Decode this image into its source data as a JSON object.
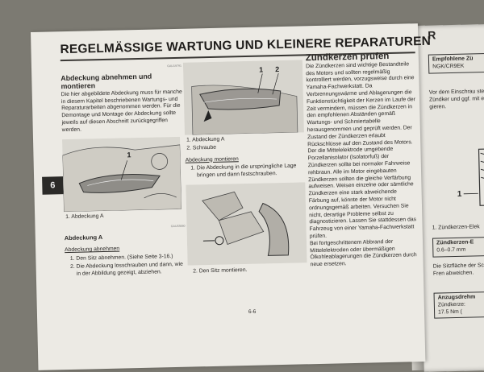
{
  "left_page": {
    "title": "REGELMÄSSIGE WARTUNG UND KLEINERE REPARATUREN",
    "section_tab": "6",
    "page_number": "6-6",
    "col1": {
      "code1": "GAU19791",
      "heading": "Abdeckung abnehmen und montieren",
      "intro": "Die hier abgebildete Abdeckung muss für manche in diesem Kapitel beschriebenen Wartungs- und Reparaturarbeiten abgenommen werden. Für die Demontage und Montage der Abdeckung sollte jeweils auf diesen Abschnitt zurückgegriffen werden.",
      "fig_callout": "1",
      "fig_caption": "1. Abdeckung A",
      "code2": "GAU33060",
      "subheading": "Abdeckung A",
      "remove_title": "Abdeckung abnehmen",
      "remove_steps": [
        "Den Sitz abnehmen. (Siehe Seite 3-16.)",
        "Die Abdeckung losschrauben und dann, wie in der Abbildung gezeigt, abziehen."
      ]
    },
    "col2": {
      "fig_callouts": [
        "1",
        "2"
      ],
      "fig_captions": [
        "1. Abdeckung A",
        "2. Schraube"
      ],
      "install_title": "Abdeckung montieren",
      "install_steps": [
        "Die Abdeckung in die ursprüngliche Lage bringen und dann festschrauben.",
        "Den Sitz montieren."
      ]
    },
    "col3": {
      "heading": "Zündkerzen prüfen",
      "paragraphs": [
        "Die Zündkerzen sind wichtige Bestandteile des Motors und sollten regelmäßig kontrolliert werden, vorzugsweise durch eine Yamaha-Fachwerkstatt. Da Verbrennungswärme und Ablagerungen die Funktionstüchtigkeit der Kerzen im Laufe der Zeit vermindern, müssen die Zündkerzen in den empfohlenen Abständen gemäß Wartungs- und Schmiertabelle herausgenommen und geprüft werden. Der Zustand der Zündkerzen erlaubt Rückschlüsse auf den Zustand des Motors.",
        "Der die Mittelelektrode umgebende Porzellanisolator (Isolatorfuß) der Zündkerzen sollte bei normaler Fahrweise rehbraun. Alle im Motor eingebauten Zündkerzen sollten die gleiche Verfärbung aufweisen. Weisen einzelne oder sämtliche Zündkerzen eine stark abweichende Färbung auf, könnte der Motor nicht ordnungsgemäß arbeiten. Versuchen Sie nicht, derartige Probleme selbst zu diagnostizieren. Lassen Sie stattdessen das Fahrzeug von einer Yamaha-Fachwerkstatt prüfen.",
        "Bei fortgeschrittenem Abbrand der Mittelelektroden oder übermäßigen Ölkohleablagerungen die Zündkerzen durch neue ersetzen."
      ]
    }
  },
  "right_page": {
    "header_letter": "R",
    "box1_title": "Empfohlene Zü",
    "box1_value": "NGK/CR9EK",
    "para1": "Vor dem Einschrau stets den Zündker und ggf. mit einer Fühlerleh gieren.",
    "fig_callout": "1",
    "fig_caption": "1. Zündkerzen-Elek",
    "box2_title": "Zündkerzen-E",
    "box2_value": "0.6–0.7 mm",
    "para2": "Die Sitzfläche der Schmutz und Fren abweichen.",
    "box3_title": "Anzugsdrehm",
    "box3_line1": "Zündkerze:",
    "box3_line2": "17.5 Nm ("
  }
}
